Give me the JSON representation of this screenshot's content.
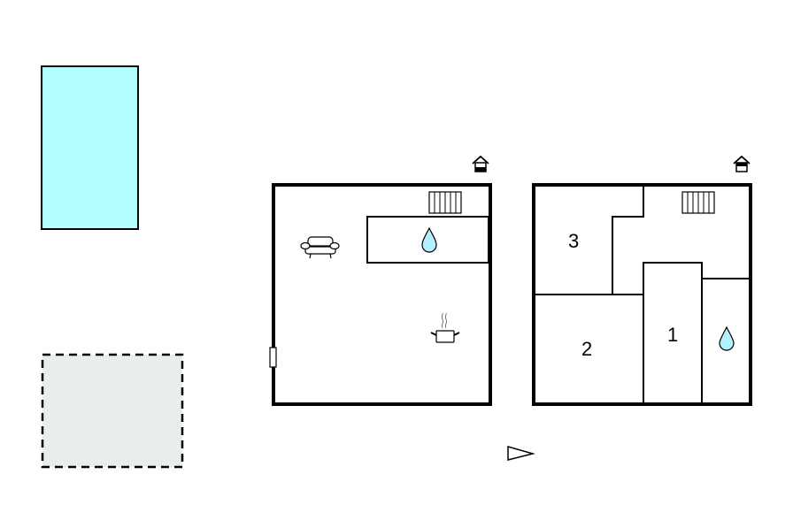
{
  "diagram": {
    "type": "floor-plan",
    "colors": {
      "pool_fill": "#b3ffff",
      "terrace_fill": "#e8eeee",
      "water_drop": "#b3f0ff",
      "wall": "#000000",
      "background": "#ffffff"
    },
    "outdoor": {
      "pool": {
        "label": "pool"
      },
      "terrace": {
        "label": "terrace (dashed outline)"
      }
    },
    "ground_floor": {
      "floor_icon": "house-ground-floor-icon",
      "rooms": [
        {
          "id": "living",
          "icons": [
            "sofa-icon"
          ]
        },
        {
          "id": "bathroom",
          "icons": [
            "water-drop-icon"
          ]
        },
        {
          "id": "kitchen",
          "icons": [
            "cooking-pot-icon"
          ]
        }
      ],
      "features": [
        "stairs-icon",
        "door-icon"
      ]
    },
    "first_floor": {
      "floor_icon": "house-upper-floor-icon",
      "rooms": [
        {
          "id": "bedroom-3",
          "label": "3"
        },
        {
          "id": "bedroom-2",
          "label": "2"
        },
        {
          "id": "bedroom-1",
          "label": "1"
        },
        {
          "id": "bathroom",
          "icons": [
            "water-drop-icon"
          ]
        }
      ],
      "features": [
        "stairs-icon"
      ]
    },
    "north_arrow": {
      "icon": "direction-arrow-icon"
    }
  }
}
